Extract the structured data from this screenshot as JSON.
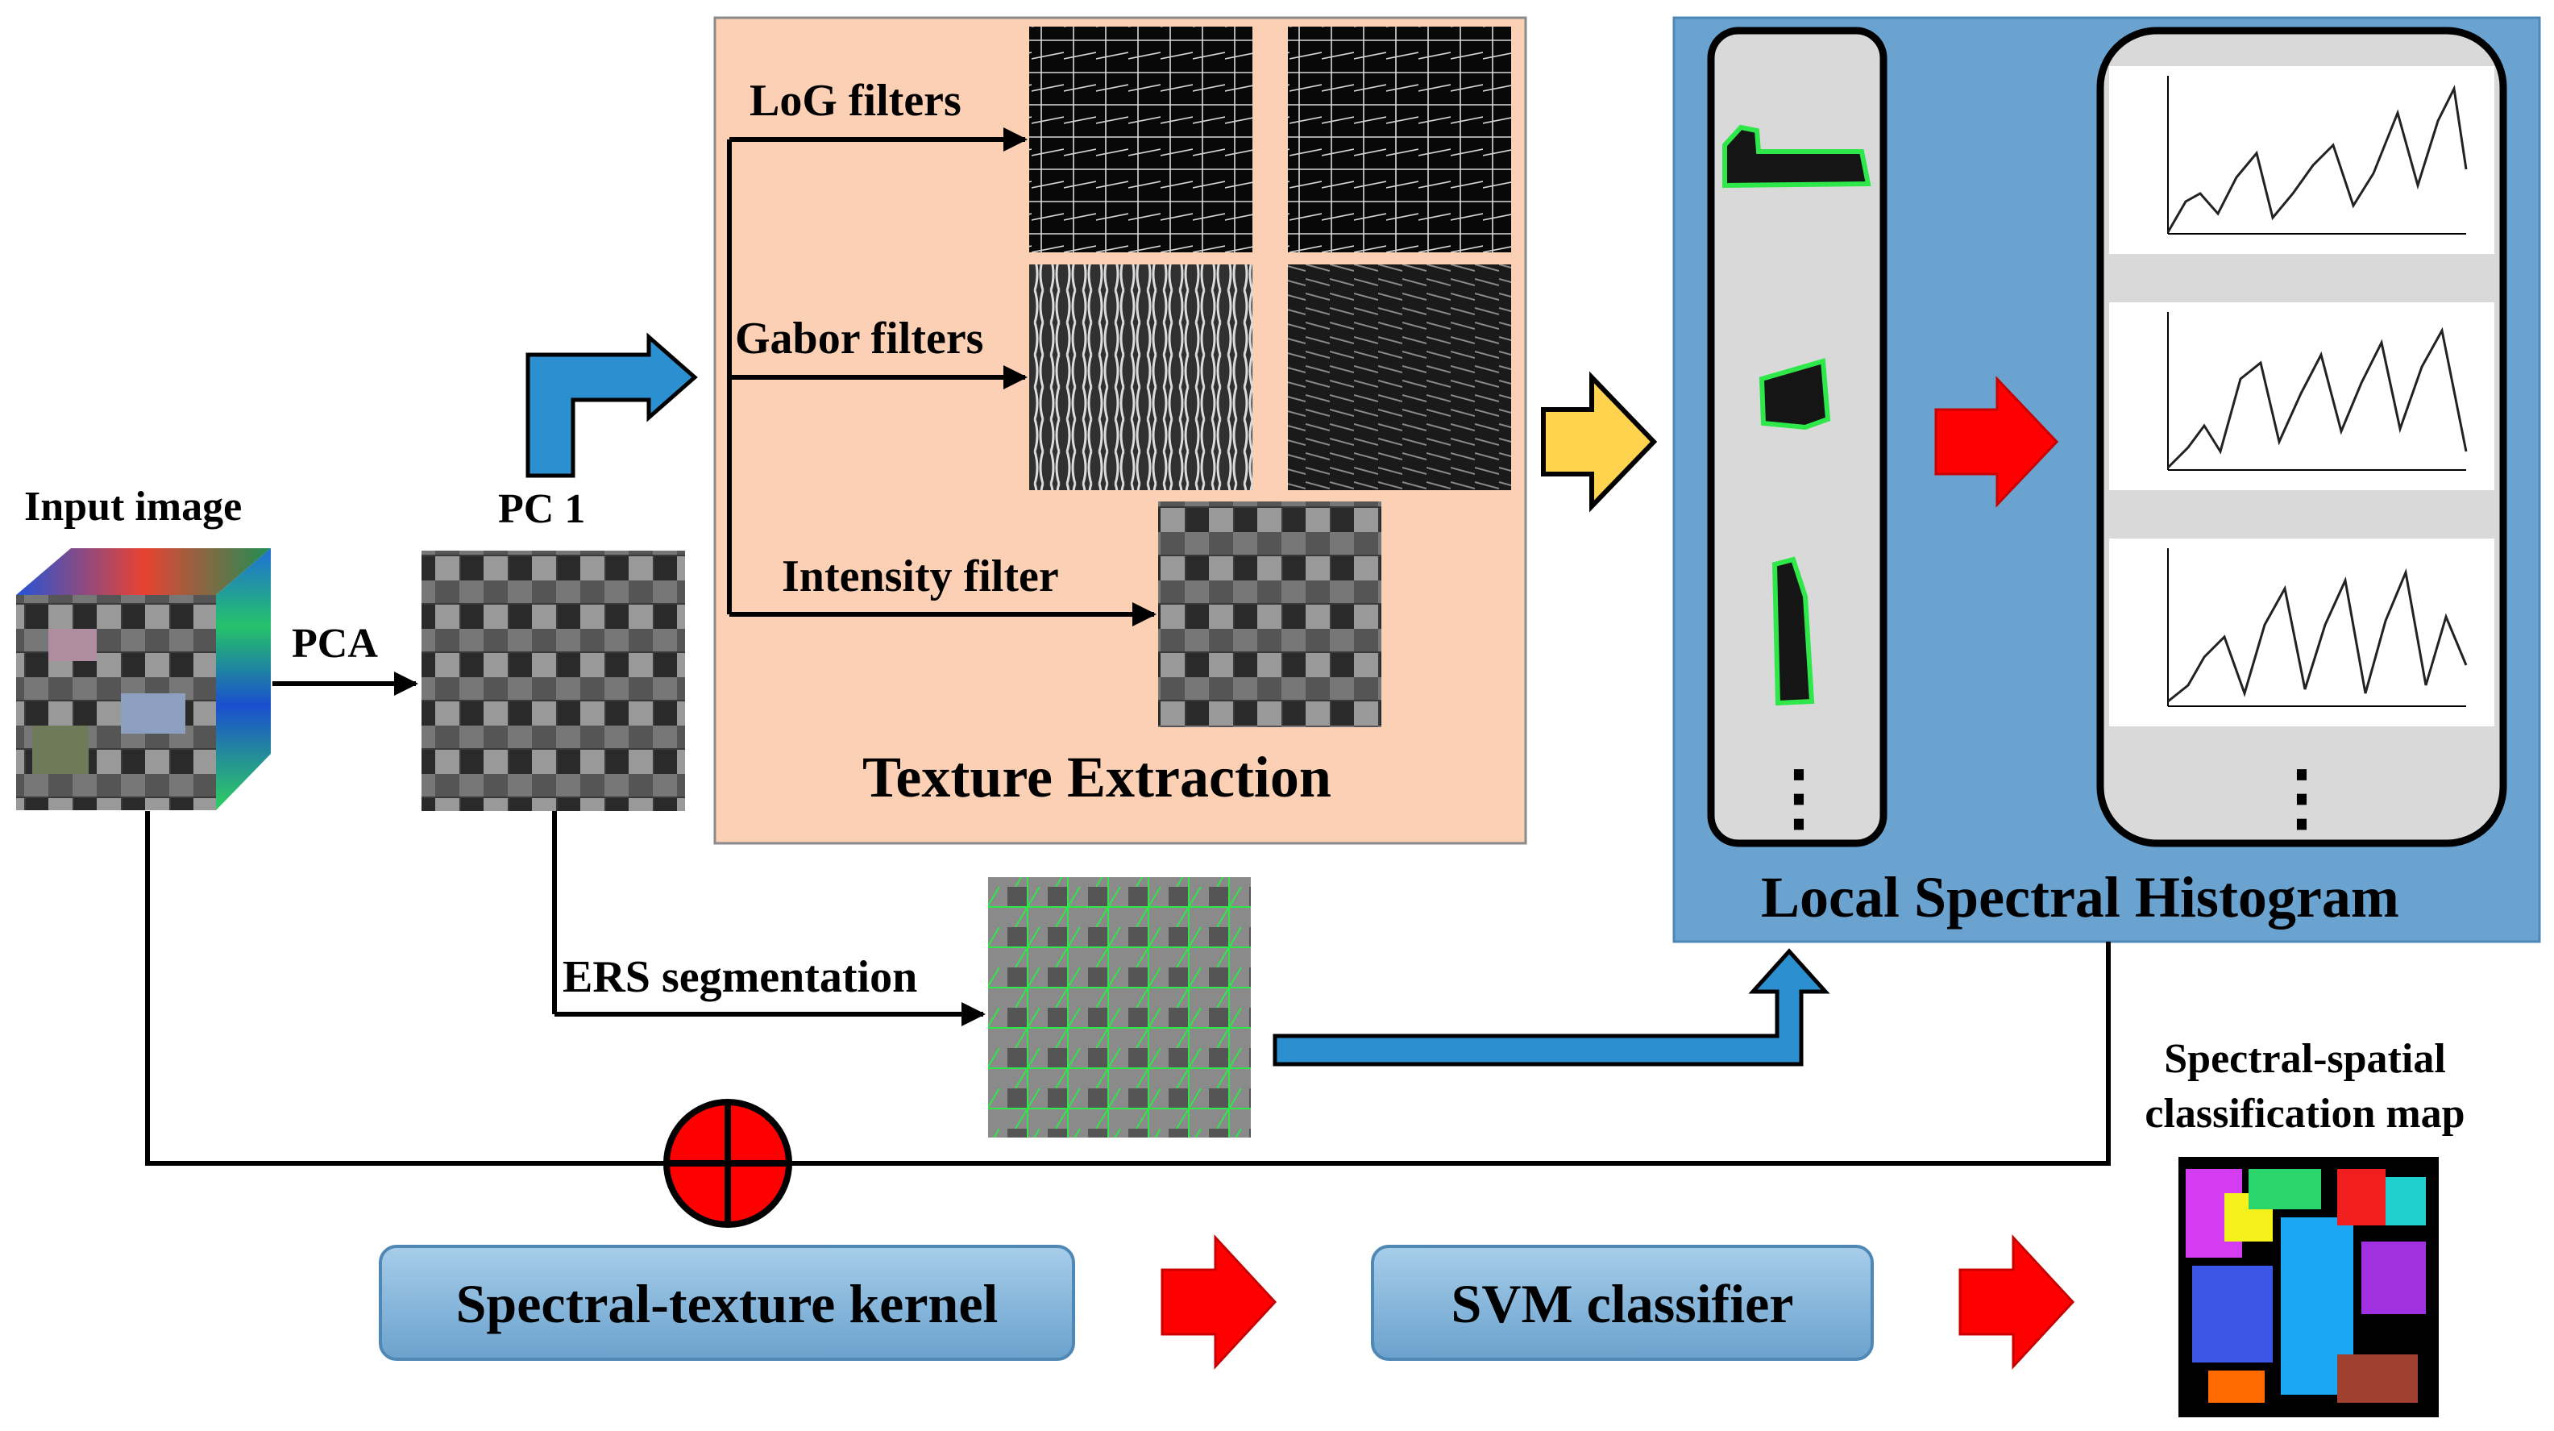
{
  "labels": {
    "input_image": "Input image",
    "pca": "PCA",
    "pc1": "PC 1",
    "log_filters": "LoG filters",
    "gabor_filters": "Gabor filters",
    "intensity_filter": "Intensity filter",
    "texture_extraction": "Texture Extraction",
    "local_spectral_histogram": "Local Spectral Histogram",
    "ers_segmentation": "ERS segmentation",
    "output_title_line1": "Spectral-spatial",
    "output_title_line2": "classification map"
  },
  "buttons": {
    "spectral_texture_kernel": "Spectral-texture kernel",
    "svm_classifier": "SVM classifier"
  },
  "histogram_ellipsis": "⋮",
  "segment_ellipsis": "⋮",
  "colors": {
    "texture_panel": "#fbd0b5",
    "histogram_panel": "#6aa3cf",
    "button_fill": "#7fb3d8",
    "arrow_red": "#ff0000",
    "arrow_yellow": "#ffd34d",
    "arrow_blue": "#2c8fd0"
  }
}
